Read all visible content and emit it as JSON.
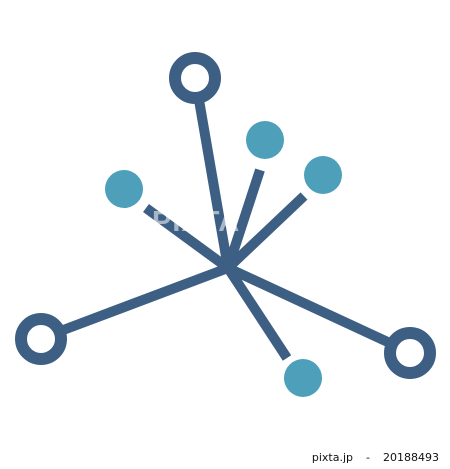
{
  "colors": {
    "background": "#ffffff",
    "network_line": "#3e5f84",
    "node_ring": "#3e5f84",
    "node_dot": "#4e9fb9"
  },
  "icons": {
    "illustration": "network-nodes-icon"
  },
  "watermark": {
    "text": "PIXTA"
  },
  "credit": {
    "site": "pixta.jp",
    "separator": "-",
    "image_number": "20188493"
  }
}
